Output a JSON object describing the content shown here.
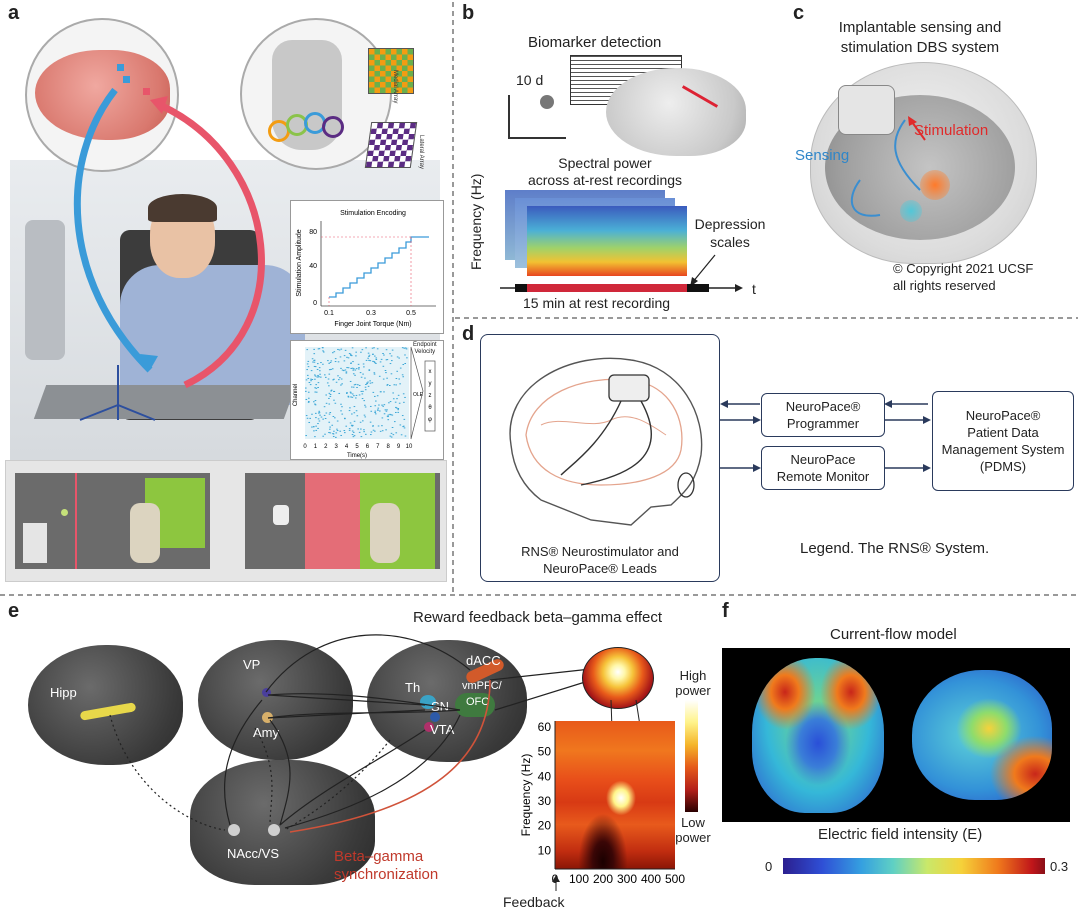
{
  "panels": {
    "a": "a",
    "b": "b",
    "c": "c",
    "d": "d",
    "e": "e",
    "f": "f"
  },
  "panel_a": {
    "chart1_title": "Stimulation Encoding",
    "chart1_ylabel": "Stimulation Amplitude",
    "chart1_xlabel": "Finger Joint Torque (Nm)",
    "chart1_yticks": [
      "0",
      "40",
      "80"
    ],
    "chart1_xticks": [
      "0.1",
      "0.3",
      "0.5"
    ],
    "chart2_ylabel": "Channel",
    "chart2_xlabel": "Time(s)",
    "chart2_xticks": [
      "0",
      "1",
      "2",
      "3",
      "4",
      "5",
      "6",
      "7",
      "8",
      "9",
      "10"
    ],
    "chart2_side": "Endpoint\nVelocity",
    "chart2_out": "OLE",
    "chart2_vars": [
      "x",
      "y",
      "z",
      "θ",
      "φ"
    ],
    "array1": "Medial Array",
    "array2": "Lateral Array"
  },
  "panel_b": {
    "title": "Biomarker detection",
    "days": "10 d",
    "spectral": "Spectral power\nacross at-rest recordings",
    "ylabel": "Frequency (Hz)",
    "depression": "Depression\nscales",
    "recording": "15 min at rest recording",
    "t": "t"
  },
  "panel_c": {
    "title": "Implantable sensing and\nstimulation DBS system",
    "sensing": "Sensing",
    "stimulation": "Stimulation",
    "copyright": "© Copyright 2021 UCSF\nall rights reserved"
  },
  "panel_d": {
    "device_caption": "RNS® Neurostimulator and\nNeuroPace® Leads",
    "programmer": "NeuroPace®\nProgrammer",
    "remote": "NeuroPace\nRemote Monitor",
    "pdms": "NeuroPace®\nPatient Data\nManagement System\n(PDMS)",
    "legend": "Legend. The RNS® System."
  },
  "panel_e": {
    "title": "Reward feedback beta–gamma effect",
    "hipp": "Hipp",
    "vp": "VP",
    "amy": "Amy",
    "th": "Th",
    "sn": "SN",
    "vta": "VTA",
    "dacc": "dACC",
    "vmpfc": "vmPFC/",
    "ofc": "OFC",
    "nacc": "NAcc/VS",
    "beta": "Beta–gamma\nsynchronization",
    "ylabel": "Frequency (Hz)",
    "yticks": [
      "10",
      "20",
      "30",
      "40",
      "50",
      "60"
    ],
    "xticks": [
      "0",
      "100",
      "200",
      "300",
      "400",
      "500"
    ],
    "feedback": "Feedback",
    "high": "High\npower",
    "low": "Low\npower"
  },
  "panel_f": {
    "title": "Current-flow model",
    "field": "Electric field intensity (E)",
    "cmin": "0",
    "cmax": "0.3"
  },
  "colors": {
    "blue_arrow": "#3a9bd9",
    "red_arrow": "#e8556a",
    "navy": "#2a3a5c",
    "beta_red": "#c0392b"
  }
}
